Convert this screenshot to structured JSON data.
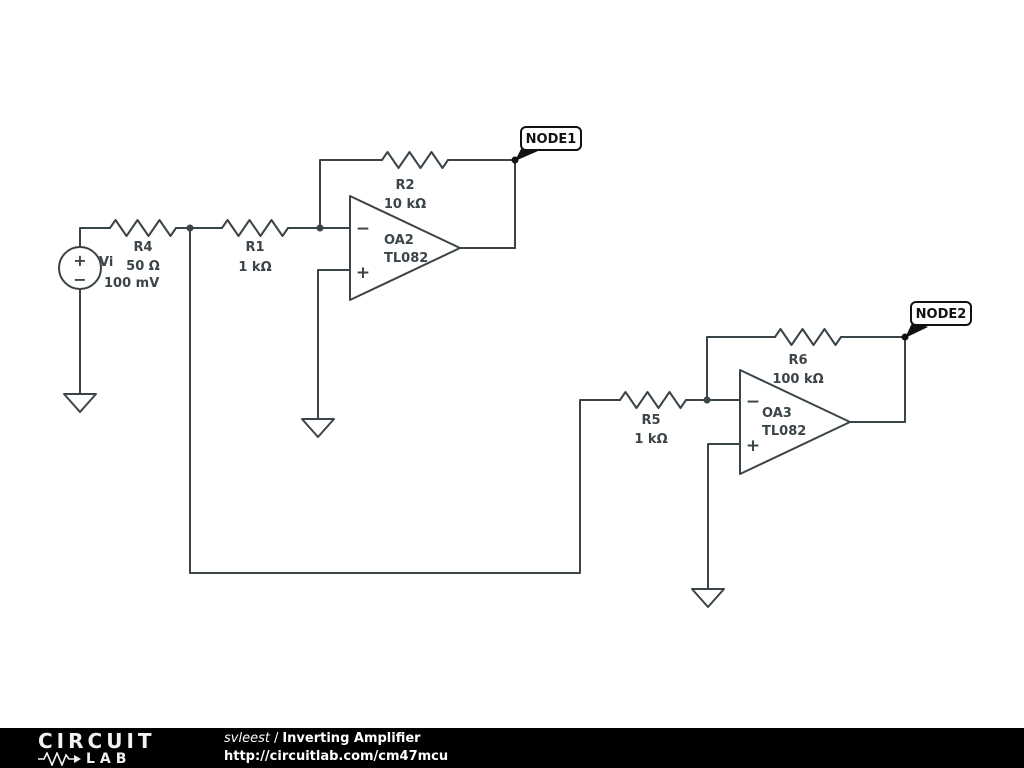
{
  "schematic": {
    "line_color": "#3b4449",
    "symbols": {
      "plus": "+",
      "minus": "−"
    },
    "components": {
      "source": {
        "name": "Vi",
        "value": "100 mV"
      },
      "r4": {
        "name": "R4",
        "value": "50 Ω"
      },
      "r1": {
        "name": "R1",
        "value": "1 kΩ"
      },
      "r2": {
        "name": "R2",
        "value": "10 kΩ"
      },
      "oa2": {
        "name": "OA2",
        "value": "TL082"
      },
      "r5": {
        "name": "R5",
        "value": "1 kΩ"
      },
      "r6": {
        "name": "R6",
        "value": "100 kΩ"
      },
      "oa3": {
        "name": "OA3",
        "value": "TL082"
      }
    },
    "nodes": {
      "node1": "NODE1",
      "node2": "NODE2"
    }
  },
  "footer": {
    "logo_top": "CIRCUIT",
    "logo_bottom": "LAB",
    "author": "svleest",
    "separator": "/",
    "title": "Inverting Amplifier",
    "url": "http://circuitlab.com/cm47mcu"
  }
}
